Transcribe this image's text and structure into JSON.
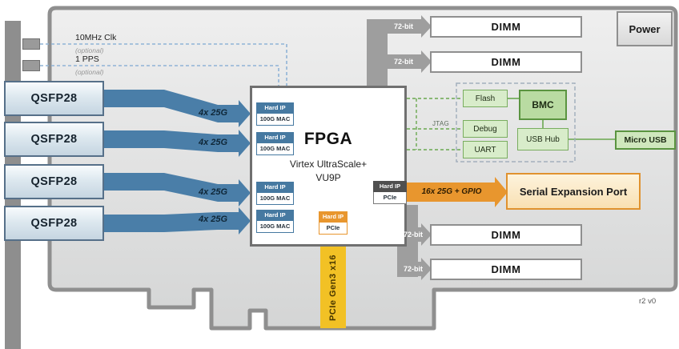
{
  "board": {
    "revision": "r2 v0"
  },
  "colors": {
    "link_blue": "#4a7ea8",
    "accent_orange": "#e8962e",
    "pcie_yellow": "#f2c125",
    "bmc_green": "#6aa84f",
    "board_gray": "#8f8f8f"
  },
  "clock_inputs": [
    {
      "label": "10MHz Clk",
      "note": "(optional)"
    },
    {
      "label": "1 PPS",
      "note": "(optional)"
    }
  ],
  "qsfp_ports": [
    {
      "label": "QSFP28",
      "link": "4x 25G"
    },
    {
      "label": "QSFP28",
      "link": "4x 25G"
    },
    {
      "label": "QSFP28",
      "link": "4x 25G"
    },
    {
      "label": "QSFP28",
      "link": "4x 25G"
    }
  ],
  "fpga": {
    "title": "FPGA",
    "family": "Virtex UltraScale+",
    "device": "VU9P",
    "mac_blocks": [
      {
        "hard_ip": "Hard IP",
        "core": "100G MAC"
      },
      {
        "hard_ip": "Hard IP",
        "core": "100G MAC"
      },
      {
        "hard_ip": "Hard IP",
        "core": "100G MAC"
      },
      {
        "hard_ip": "Hard IP",
        "core": "100G MAC"
      }
    ],
    "pcie_right": {
      "hard_ip": "Hard IP",
      "core": "PCIe"
    },
    "pcie_bottom": {
      "hard_ip": "Hard IP",
      "core": "PCIe"
    }
  },
  "memory": {
    "dimms": [
      {
        "label": "DIMM",
        "bus": "72-bit"
      },
      {
        "label": "DIMM",
        "bus": "72-bit"
      },
      {
        "label": "DIMM",
        "bus": "72-bit"
      },
      {
        "label": "DIMM",
        "bus": "72-bit"
      }
    ]
  },
  "power": {
    "label": "Power"
  },
  "management": {
    "flash": "Flash",
    "bmc": "BMC",
    "debug": "Debug",
    "uart": "UART",
    "usb_hub": "USB Hub",
    "micro_usb": "Micro USB",
    "jtag": "JTAG"
  },
  "expansion": {
    "label": "Serial Expansion Port",
    "bus": "16x 25G + GPIO"
  },
  "pcie_edge": {
    "label": "PCIe Gen3 x16"
  }
}
